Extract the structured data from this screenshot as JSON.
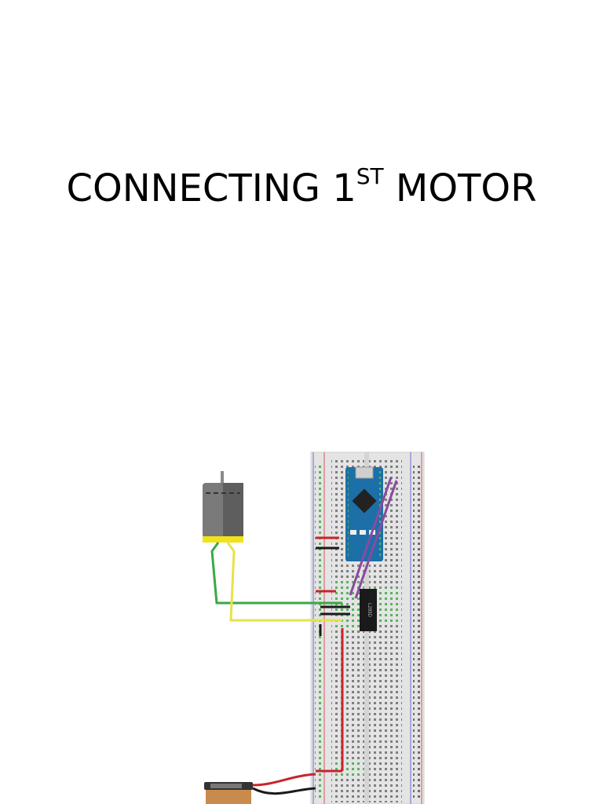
{
  "slide": {
    "title_main": "CONNECTING 1",
    "title_sup": "ST",
    "title_end": " MOTOR"
  },
  "diagram": {
    "chip_label": "L293D",
    "colors": {
      "wire_green": "#3aa845",
      "wire_yellow": "#e7e24a",
      "wire_red": "#c8252c",
      "wire_black": "#1a1a1a",
      "wire_purple": "#8a4aa0",
      "arduino_blue": "#1d6fa8",
      "breadboard": "#e3e3e3",
      "motor_body": "#7a7a7a",
      "motor_mount": "#f2e21a",
      "battery": "#c98a4d"
    }
  }
}
